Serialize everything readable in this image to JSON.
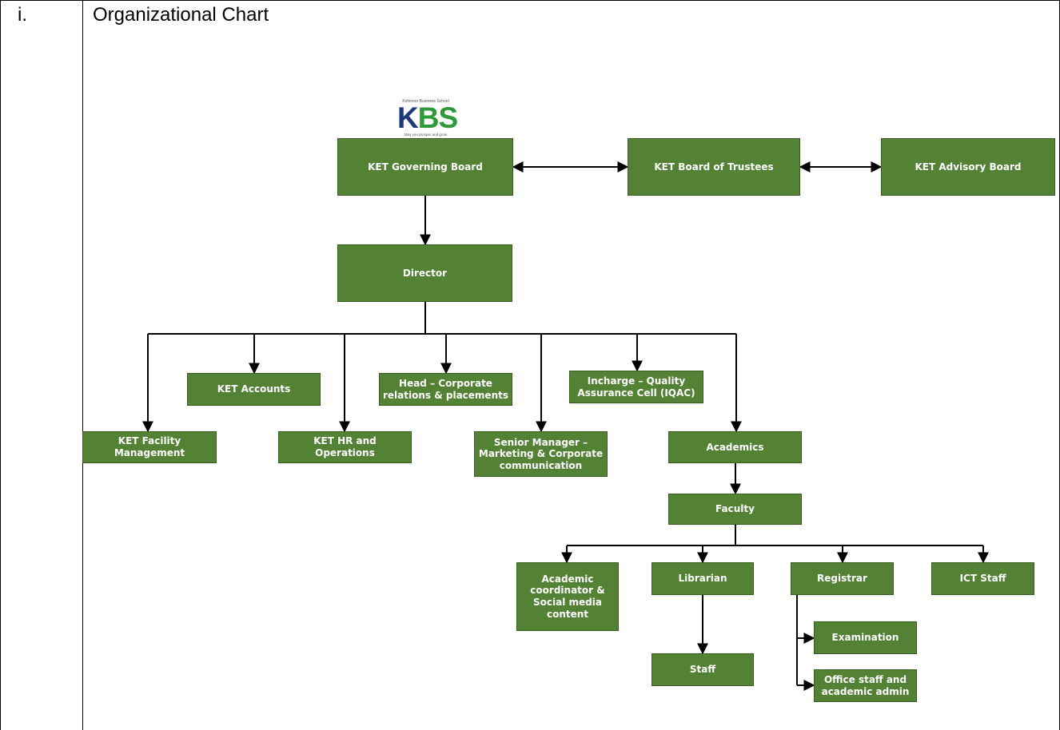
{
  "row_number": "i.",
  "section_title": "Organizational Chart",
  "logo": {
    "top_text": "Kohinoor Business School",
    "letters_k": "K",
    "letters_bs": "BS",
    "tagline": "May you prosper and grow"
  },
  "boxes": {
    "governing_board": "KET Governing Board",
    "board_of_trustees": "KET Board of Trustees",
    "advisory_board": "KET Advisory Board",
    "director": "Director",
    "accounts": "KET Accounts",
    "head_corporate": "Head – Corporate relations & placements",
    "incharge_iqac": "Incharge – Quality Assurance Cell (IQAC)",
    "facility_management": "KET Facility Management",
    "hr_operations": "KET HR and Operations",
    "senior_manager": "Senior Manager – Marketing & Corporate communication",
    "academics": "Academics",
    "faculty": "Faculty",
    "academic_coordinator": "Academic coordinator & Social media content",
    "librarian": "Librarian",
    "registrar": "Registrar",
    "ict_staff": "ICT Staff",
    "staff": "Staff",
    "examination": "Examination",
    "office_staff": "Office staff and academic admin"
  },
  "colors": {
    "box_fill": "#548235",
    "box_border": "#3a5e22",
    "box_text": "#ffffff",
    "connector": "#000000"
  }
}
